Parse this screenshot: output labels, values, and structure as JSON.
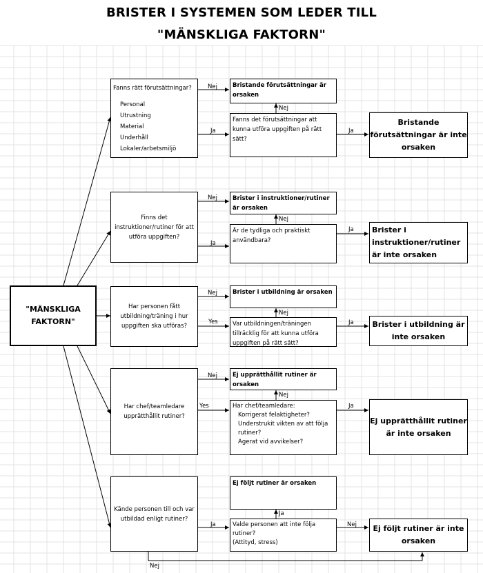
{
  "title": {
    "line1": "BRISTER I SYSTEMEN SOM LEDER TILL",
    "line2": "\"MÄNSKLIGA FAKTORN\""
  },
  "root": "\"MÄNSKLIGA FAKTORN\"",
  "section1": {
    "question": "Fanns rätt förutsättningar?",
    "items": [
      "Personal",
      "Utrustning",
      "Material",
      "Underhåll",
      "Lokaler/arbetsmiljö"
    ],
    "no_label": "Nej",
    "no_result": "Bristande förutsättningar är orsaken",
    "yes_label": "Ja",
    "check": "Fanns det förutsättningar att kunna utföra uppgiften på rätt sätt?",
    "check_no_label": "Nej",
    "check_yes_label": "Ja",
    "yes_result": "Bristande förutsättningar är inte orsaken"
  },
  "section2": {
    "question": "Finns det instruktioner/rutiner för att utföra uppgiften?",
    "no_label": "Nej",
    "no_result": "Brister i instruktioner/rutiner är orsaken",
    "yes_label": "Ja",
    "check": "Är de tydliga och praktiskt användbara?",
    "check_no_label": "Nej",
    "check_yes_label": "Ja",
    "yes_result": "Brister i instruktioner/rutiner är inte orsaken"
  },
  "section3": {
    "question": "Har personen fått utbildning/träning i hur uppgiften ska utföras?",
    "no_label": "Nej",
    "no_result": "Brister i utbildning är orsaken",
    "yes_label": "Yes",
    "check": "Var utbildningen/träningen tillräcklig för att kunna utföra uppgiften på rätt sätt?",
    "check_no_label": "Nej",
    "check_yes_label": "Ja",
    "yes_result": "Brister i utbildning är inte orsaken"
  },
  "section4": {
    "question": "Har chef/teamledare upprätthållit rutiner?",
    "no_label": "Nej",
    "no_result": "Ej upprätthållit rutiner är orsaken",
    "yes_label": "Yes",
    "check_title": "Har chef/teamledare:",
    "check_items": [
      "Korrigerat felaktigheter?",
      "Understrukit vikten av att följa rutiner?",
      "Agerat vid avvikelser?"
    ],
    "check_no_label": "Nej",
    "check_yes_label": "Ja",
    "yes_result": "Ej upprätthållit rutiner är inte orsaken"
  },
  "section5": {
    "question": "Kände personen till och var utbildad enligt rutiner?",
    "yes_label": "Ja",
    "check": "Valde personen att inte följa rutiner?",
    "check_note": "(Attityd, stress)",
    "check_yes_label": "Ja",
    "yes_result": "Ej följt rutiner är orsaken",
    "check_no_label": "Nej",
    "no_result": "Ej följt rutiner är inte orsaken",
    "bottom_no_label": "Nej"
  }
}
